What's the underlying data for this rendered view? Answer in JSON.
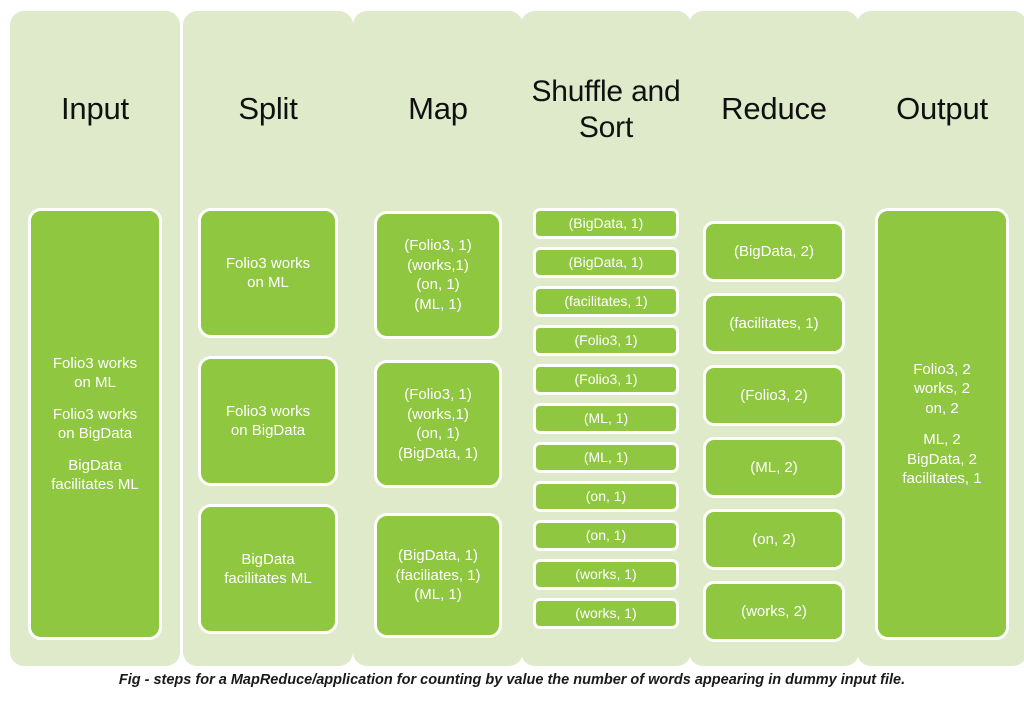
{
  "caption": "Fig - steps for a MapReduce/application for counting by value the number of words appearing in dummy input file.",
  "colors": {
    "column_background": "#dfeacb",
    "box_fill": "#8fc740",
    "box_border": "#ffffff",
    "box_text": "#ffffff",
    "header_text": "#101010",
    "page_background": "#ffffff"
  },
  "columns": [
    {
      "id": "input",
      "header": "Input",
      "layout": "single-tall",
      "blocks": [
        {
          "paragraphs": [
            [
              "Folio3 works",
              "on ML"
            ],
            [
              "Folio3 works",
              "on BigData"
            ],
            [
              "BigData",
              "facilitates ML"
            ]
          ]
        }
      ]
    },
    {
      "id": "split",
      "header": "Split",
      "layout": "three-stack",
      "blocks": [
        {
          "lines": [
            "Folio3 works",
            "on ML"
          ]
        },
        {
          "lines": [
            "Folio3 works",
            "on BigData"
          ]
        },
        {
          "lines": [
            "BigData",
            "facilitates ML"
          ]
        }
      ]
    },
    {
      "id": "map",
      "header": "Map",
      "layout": "three-stack",
      "blocks": [
        {
          "lines": [
            "(Folio3, 1)",
            "(works,1)",
            "(on, 1)",
            "(ML, 1)"
          ]
        },
        {
          "lines": [
            "(Folio3, 1)",
            "(works,1)",
            "(on, 1)",
            "(BigData, 1)"
          ]
        },
        {
          "lines": [
            "(BigData, 1)",
            "(faciliates, 1)",
            "(ML, 1)"
          ]
        }
      ]
    },
    {
      "id": "shuffle",
      "header": "Shuffle\nand Sort",
      "header_lines": [
        "Shuffle",
        "and Sort"
      ],
      "layout": "strips",
      "blocks": [
        {
          "text": "(BigData, 1)"
        },
        {
          "text": "(BigData, 1)"
        },
        {
          "text": "(facilitates, 1)"
        },
        {
          "text": "(Folio3, 1)"
        },
        {
          "text": "(Folio3, 1)"
        },
        {
          "text": "(ML, 1)"
        },
        {
          "text": "(ML, 1)"
        },
        {
          "text": "(on, 1)"
        },
        {
          "text": "(on, 1)"
        },
        {
          "text": "(works, 1)"
        },
        {
          "text": "(works, 1)"
        }
      ]
    },
    {
      "id": "reduce",
      "header": "Reduce",
      "layout": "medium",
      "blocks": [
        {
          "text": "(BigData, 2)"
        },
        {
          "text": "(facilitates, 1)"
        },
        {
          "text": "(Folio3, 2)"
        },
        {
          "text": "(ML, 2)"
        },
        {
          "text": "(on, 2)"
        },
        {
          "text": "(works, 2)"
        }
      ]
    },
    {
      "id": "output",
      "header": "Output",
      "layout": "single-tall",
      "blocks": [
        {
          "paragraphs": [
            [
              "Folio3, 2",
              "works, 2",
              "on, 2"
            ],
            [
              "ML, 2",
              "BigData, 2",
              "facilitates, 1"
            ]
          ]
        }
      ]
    }
  ]
}
